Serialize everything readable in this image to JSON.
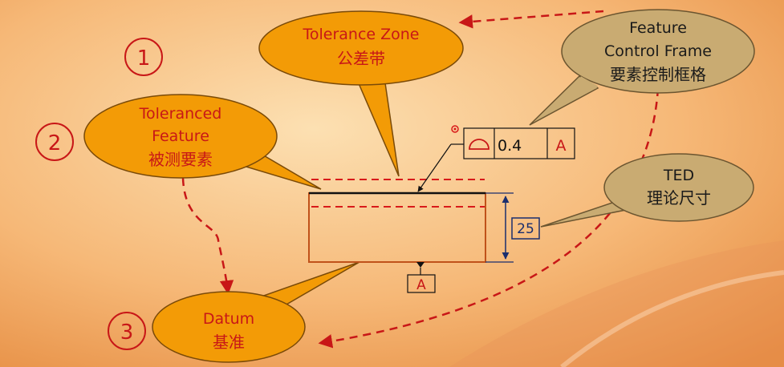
{
  "labels": {
    "tolerance_zone": {
      "en": "Tolerance Zone",
      "zh": "公差带"
    },
    "toleranced_feature": {
      "line1": "Toleranced",
      "line2": "Feature",
      "zh": "被测要素"
    },
    "feature_control_frame": {
      "line1": "Feature",
      "line2": "Control Frame",
      "zh": "要素控制框格"
    },
    "ted": {
      "en": "TED",
      "zh": "理论尺寸"
    },
    "datum": {
      "en": "Datum",
      "zh": "基准"
    }
  },
  "circled_numbers": [
    "1",
    "2",
    "3"
  ],
  "fcf": {
    "symbol": "profile-of-a-surface-icon",
    "tolerance": "0.4",
    "datum": "A"
  },
  "ted_value": "25",
  "datum_letter": "A",
  "colors": {
    "background_light": "#fbd39b",
    "background_dark": "#e98d3c",
    "orange_callout": "#f39b06",
    "tan_callout": "#c9ab72",
    "red": "#c81717",
    "navy": "#1a2e6e"
  }
}
